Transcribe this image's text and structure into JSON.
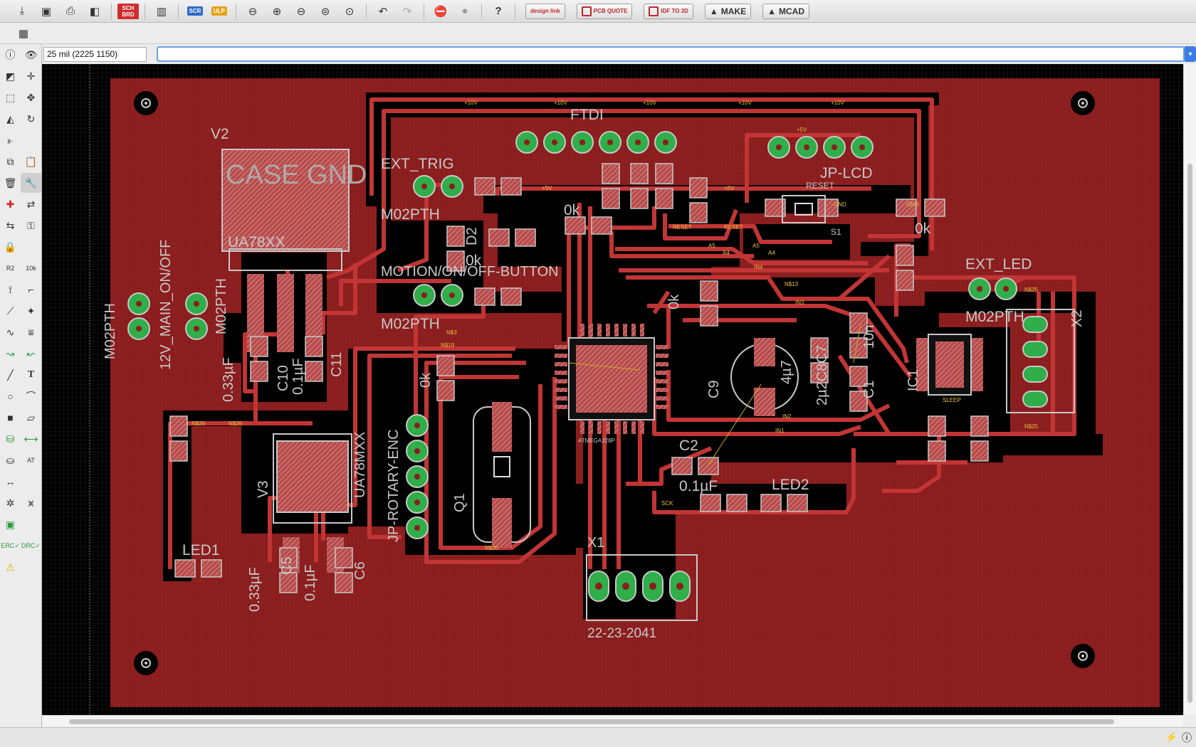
{
  "toolbar": {
    "buttons": [
      {
        "name": "open-icon",
        "glyph": "⤓"
      },
      {
        "name": "save-icon",
        "glyph": "▣"
      },
      {
        "name": "print-icon",
        "glyph": "⎙"
      },
      {
        "name": "cam-icon",
        "glyph": "◧"
      }
    ],
    "sch_brd_label": "SCH BRD",
    "layer_label": "▥",
    "scr_label": "SCR",
    "ulp_label": "ULP",
    "zoom": [
      "⊖",
      "⊕",
      "⊖",
      "⊜",
      "⊙"
    ],
    "undo": "↶",
    "redo": "↷",
    "stop": "⛔",
    "help": "?",
    "design_link": "design link",
    "pcb_quote": "PCB QUOTE",
    "idf_3d": "IDF TO 3D",
    "make": "MAKE",
    "mcad": "MCAD"
  },
  "command": {
    "coordinate": "25 mil (2225 1150)",
    "input_value": ""
  },
  "colors": {
    "board_fill": "#8a1d1d",
    "copper_trace": "#c23535",
    "pad": "#2fae49",
    "silk": "#c8c8c8",
    "canvas": "#000000",
    "grid": "#333333"
  },
  "board": {
    "labels": {
      "ftdi": "FTDI",
      "ext_trig": "EXT_TRIG",
      "m02pth_a": "M02PTH",
      "motion_btn": "MOTION/ON/OFF-BUTTON",
      "m02pth_b": "M02PTH",
      "v2": "V2",
      "case_gnd": "CASE GND",
      "ua78xx": "UA78XX",
      "jp_lcd": "JP-LCD",
      "reset": "RESET",
      "s1": "S1",
      "ext_led": "EXT_LED",
      "x2": "X2",
      "m02pth_c": "M02PTH",
      "ic1": "IC1",
      "x1": "X1",
      "conn_part": "22-23-2041",
      "led1": "LED1",
      "led2": "LED2",
      "c2": "C2",
      "c2_val": "0.1µF",
      "c9": "C9",
      "c9_val": "4µ7",
      "c8c7": "2µ2C8C7",
      "c1": "C1",
      "val_10n": "10n",
      "q1": "Q1",
      "jp_rotary": "JP-ROTARY-ENC",
      "v3": "V3",
      "ua78mxx": "UA78MXX",
      "m02pth_d": "M02PTH",
      "on_off": "12V_MAIN_ON/OFF",
      "m02pth_e": "M02PTH",
      "c10": "C10",
      "c10_val": "0.1µF",
      "c11": "C11",
      "val_033": "0.33µF",
      "c5": "C5",
      "c5_val": "0.33µF",
      "c6": "C6",
      "c6_val": "0.1µF",
      "d2": "D2",
      "ok_1": "0k",
      "ok_2": "0k",
      "ok_3": "0k",
      "ok_4": "0k",
      "ok_5": "0k",
      "atmega": "ATMEGA328P",
      "net_10v": "+10V",
      "net_5v": "+5V",
      "net_gnd": "GND",
      "net_reset": "RESET",
      "net_a5": "A5",
      "net_a4": "A4",
      "net_in4": "IN4",
      "net_in3": "IN3",
      "net_in2": "IN2",
      "net_in1": "IN1",
      "net_n13": "N$13",
      "net_n25": "N$25",
      "net_n26": "N$26",
      "net_n19": "N$19",
      "net_n3": "N$3",
      "net_n20": "N$20",
      "net_sck": "SCK",
      "net_sleep": "SLEEP"
    }
  }
}
